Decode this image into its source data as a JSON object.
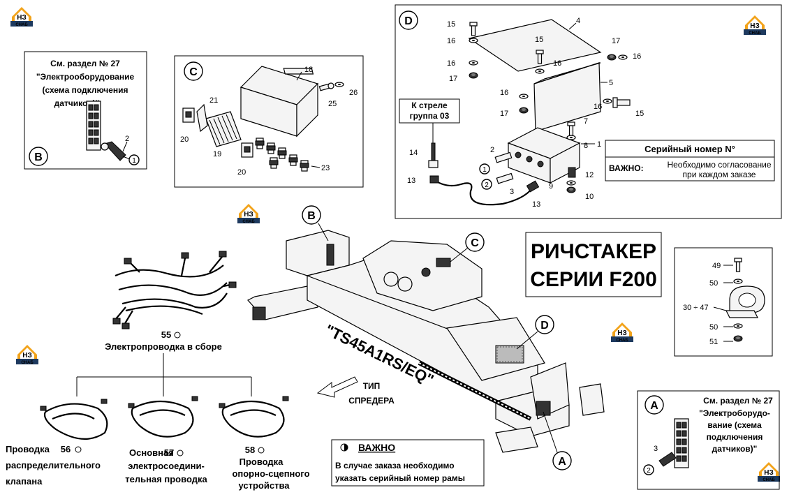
{
  "logo": {
    "text_top": "НЗ",
    "text_bottom": "СНАБ",
    "color_orange": "#f2a31b",
    "color_dark": "#1e3a5f"
  },
  "title": {
    "line1": "РИЧСТАКЕР",
    "line2": "СЕРИИ F200"
  },
  "model_stamp": "\"TS45A1RS/EQ\"",
  "spreader_type": {
    "line1": "ТИП",
    "line2": "СПРЕДЕРА"
  },
  "main_callouts": {
    "b": "B",
    "c": "C",
    "d": "D",
    "a": "A"
  },
  "panel_b": {
    "letter": "B",
    "ref_line1": "См. раздел № 27",
    "ref_line2": "\"Электрооборудование",
    "ref_line3": "(схема подключения",
    "ref_line4": "датчиков)\"",
    "part_2": "2",
    "circle_1": "1"
  },
  "panel_c": {
    "letter": "C",
    "parts": {
      "p18": "18",
      "p21": "21",
      "p20a": "20",
      "p19": "19",
      "p20b": "20",
      "p25": "25",
      "p26": "26",
      "p23": "23"
    }
  },
  "panel_d": {
    "letter": "D",
    "boom_label_line1": "К стреле",
    "boom_label_line2": "группа 03",
    "serial_title": "Серийный номер N°",
    "important_label": "ВАЖНО:",
    "serial_note_line1": "Необходимо согласование",
    "serial_note_line2": "при каждом заказе",
    "parts": {
      "p15a": "15",
      "p16a": "16",
      "p16b": "16",
      "p17a": "17",
      "p4": "4",
      "p15b": "15",
      "p16c": "16",
      "p17b": "17",
      "p16d": "16",
      "p5": "5",
      "p16e": "16",
      "p15c": "15",
      "p16f": "16",
      "p17c": "17",
      "p7": "7",
      "p8": "8",
      "p1": "1",
      "p14": "14",
      "p2": "2",
      "p12": "12",
      "p9": "9",
      "p10": "10",
      "p3": "3",
      "p13a": "13",
      "p13b": "13"
    },
    "circle_1": "1",
    "circle_2": "2"
  },
  "panel_clamp": {
    "parts": {
      "p49": "49",
      "p50a": "50",
      "p3047": "30 ÷ 47",
      "p50b": "50",
      "p51": "51"
    }
  },
  "panel_a": {
    "letter": "A",
    "ref_line1": "См. раздел № 27",
    "ref_line2": "\"Электроборудо-",
    "ref_line3": "вание (схема",
    "ref_line4": "подключения",
    "ref_line5": "датчиков)\"",
    "part_3": "3",
    "circle_2": "2"
  },
  "harness": {
    "main_number": "55",
    "main_label": "Электропроводка в сборе",
    "sub1_number": "56",
    "sub1_line1": "Проводка",
    "sub1_line2": "распределительного",
    "sub1_line3": "клапана",
    "sub2_number": "57",
    "sub2_line1": "Основная",
    "sub2_line2": "электросоедини-",
    "sub2_line3": "тельная проводка",
    "sub3_number": "58",
    "sub3_line1": "Проводка",
    "sub3_line2": "опорно-сцепного",
    "sub3_line3": "устройства"
  },
  "important_box": {
    "title": "ВАЖНО",
    "line1": "В случае заказа необходимо",
    "line2": "указать серийный номер рамы"
  }
}
